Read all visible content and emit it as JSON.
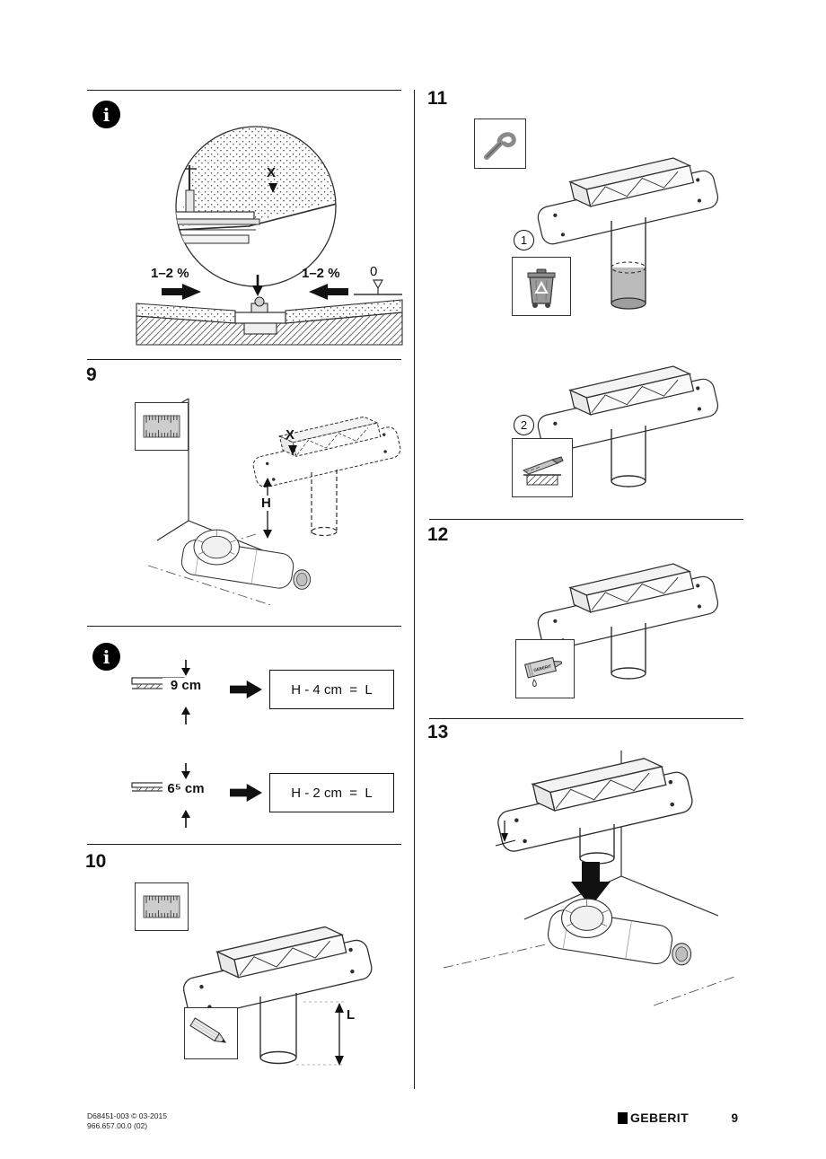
{
  "steps": {
    "nine": "9",
    "ten": "10",
    "eleven": "11",
    "twelve": "12",
    "thirteen": "13"
  },
  "callouts": {
    "one": "1",
    "two": "2"
  },
  "info_symbol": "i",
  "dimensions": {
    "x": "X",
    "h": "H",
    "l": "L",
    "zero": "0"
  },
  "slope": {
    "left_label": "1–2 %",
    "right_label": "1–2 %"
  },
  "body_heights": {
    "standard": "9 cm",
    "flat": "6⁵ cm"
  },
  "formulas": {
    "standard": "H - 4 cm  =  L",
    "flat": "H - 2 cm  =  L"
  },
  "sealant_tube_text": "GEBERIT",
  "footer": {
    "document_code": "D68451-003 © 03-2015",
    "article_number": "966.657.00.0 (02)",
    "brand": "GEBERIT",
    "page_number": "9"
  },
  "icons": {
    "info": "info-icon",
    "ruler": "ruler-icon",
    "hook_tool": "hook-tool-icon",
    "recycle_bin": "recycle-bin-icon",
    "saw": "saw-icon",
    "sealant_tube": "sealant-tube-icon",
    "pencil": "pencil-icon",
    "level_zero": "level-mark-icon",
    "slope_arrows": "slope-arrow-icon"
  },
  "colors": {
    "line": "#2e2e2e",
    "fill_gray": "#c9c9c9",
    "arrow_black": "#111111"
  }
}
